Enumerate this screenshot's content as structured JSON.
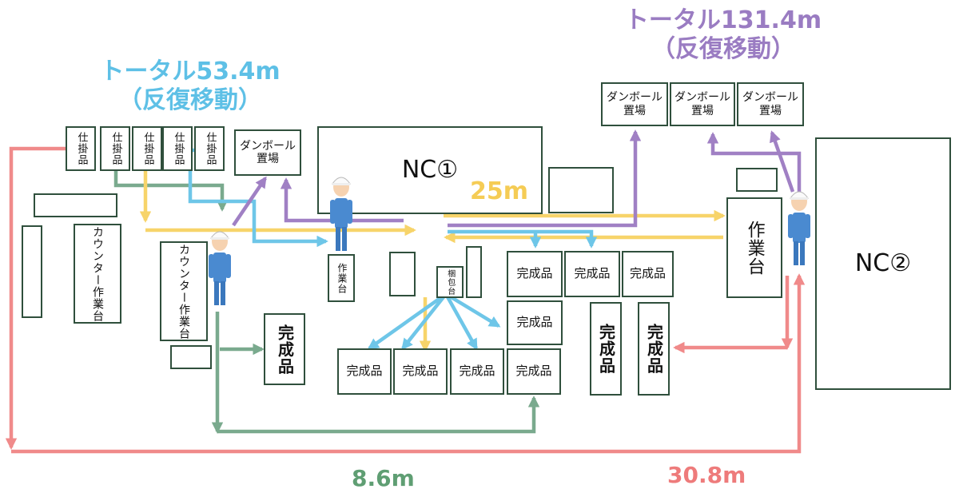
{
  "colors": {
    "blue": "#6ec6e8",
    "yellow": "#f7d46a",
    "green": "#7aaa8e",
    "purple": "#a080c4",
    "red": "#f08a8a",
    "box_border": "#2f4f3c"
  },
  "labels": {
    "blue_total": "トータル53.4m",
    "blue_sub": "（反復移動）",
    "purple_total": "トータル131.4m",
    "purple_sub": "（反復移動）",
    "yellow_dist": "25m",
    "green_dist": "8.6m",
    "red_dist": "30.8m"
  },
  "layout": {
    "shikake": "仕掛品",
    "box_top_left": "ダンボール置場",
    "box_top_right": "ダンボール置場",
    "nc1": "NC①",
    "nc2": "NC②",
    "counter": "カウンター作業台",
    "work_small": "作業台",
    "packing": "梱包台",
    "work_big": "作業台",
    "finished": "完成品"
  },
  "icons": {
    "worker": "worker-icon"
  }
}
